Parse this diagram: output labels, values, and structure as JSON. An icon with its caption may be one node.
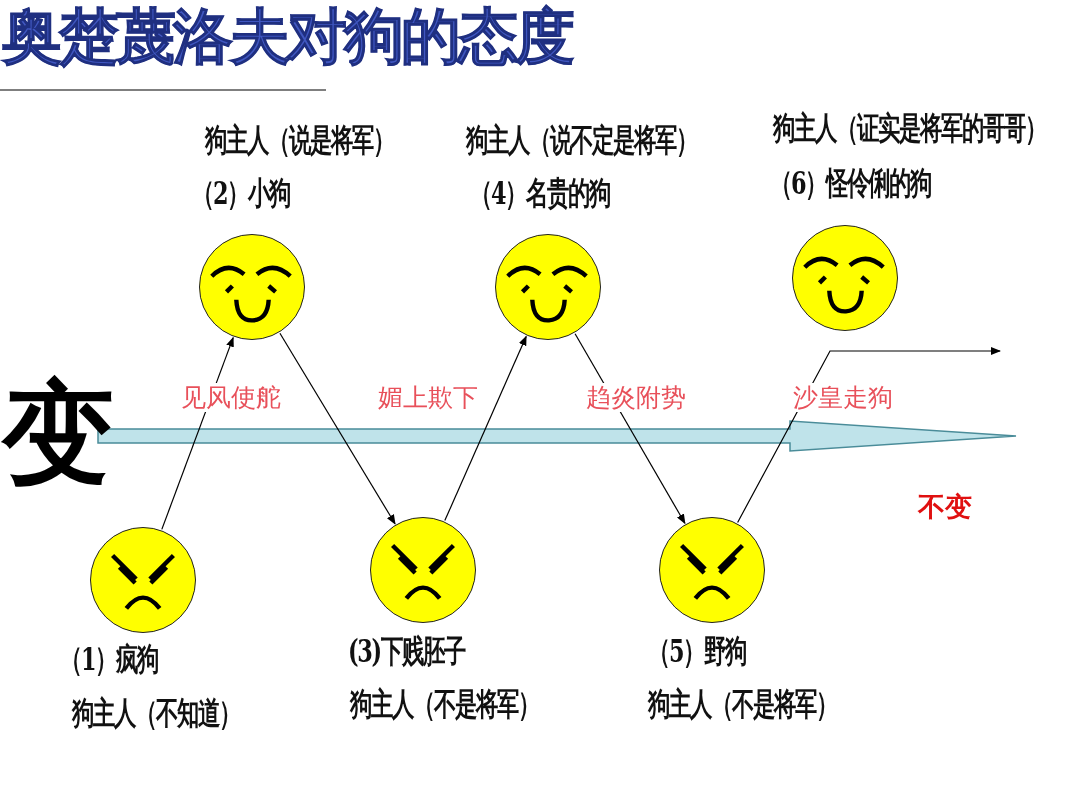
{
  "diagram": {
    "title": "奥楚蔑洛夫对狗的态度",
    "nodes": [
      {
        "text": [],
        "shape": "circle",
        "beside": [
          "（1）疯狗",
          "狗主人（不知道）"
        ]
      },
      {
        "text": [],
        "shape": "circle",
        "beside": [
          "狗主人（说是将军）",
          "（2）小狗"
        ]
      },
      {
        "text": [],
        "shape": "circle",
        "beside": [
          "(3)下贱胚子",
          "狗主人（不是将军）"
        ]
      },
      {
        "text": [],
        "shape": "circle",
        "beside": [
          "狗主人（说不定是将军）",
          "（4）名贵的狗"
        ]
      },
      {
        "text": [],
        "shape": "circle",
        "beside": [
          "（5）野狗",
          "狗主人（不是将军）"
        ]
      },
      {
        "text": [],
        "shape": "circle",
        "beside": [
          "狗主人（证实是将军的哥哥）",
          "（6）怪伶俐的狗"
        ]
      }
    ],
    "edges": [
      {
        "from": 0,
        "to": 1,
        "arrow": "to"
      },
      {
        "from": 1,
        "to": 2,
        "arrow": "to"
      },
      {
        "from": 2,
        "to": 3,
        "arrow": "to"
      },
      {
        "from": 3,
        "to": 4,
        "arrow": "to"
      },
      {
        "from": 4,
        "to": null,
        "arrow": "to"
      }
    ],
    "labels": [
      "见风使舵",
      "媚上欺下",
      "趋炎附势",
      "沙皇走狗",
      "变",
      "不变"
    ]
  }
}
